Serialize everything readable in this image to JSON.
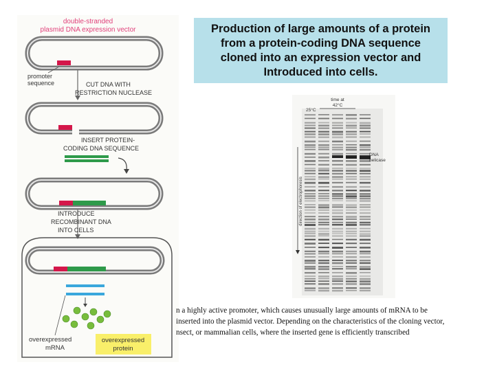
{
  "title": "Production of large amounts of a protein\nfrom a protein-coding DNA sequence\ncloned into an expression vector and\nIntroduced into cells.",
  "diagram": {
    "heading_line1": "double-stranded",
    "heading_line2": "plasmid DNA expression vector",
    "promoter_label_line1": "promoter",
    "promoter_label_line2": "sequence",
    "step1_line1": "CUT DNA WITH",
    "step1_line2": "RESTRICTION NUCLEASE",
    "step2_line1": "INSERT PROTEIN-",
    "step2_line2": "CODING DNA SEQUENCE",
    "step3_line1": "INTRODUCE",
    "step3_line2": "RECOMBINANT DNA",
    "step3_line3": "INTO CELLS",
    "mrna_label_line1": "overexpressed",
    "mrna_label_line2": "mRNA",
    "protein_label_line1": "overexpressed",
    "protein_label_line2": "protein",
    "colors": {
      "plasmid": "#7a7a7a",
      "promoter": "#d4174a",
      "coding": "#2e9a4a",
      "mrna": "#3aa7dc",
      "protein": "#78bd3c",
      "protein_label_bg": "#f9ef6a",
      "heading": "#e0407a"
    }
  },
  "gel": {
    "time_label_line1": "time at",
    "time_label_line2": "42°C",
    "temp_label": "25°C",
    "band_label_line1": "DNA",
    "band_label_line2": "helicase",
    "axis_label": "direction of electrophoresis"
  },
  "caption": [
    "n a highly active promoter, which causes unusually large amounts of mRNA to be",
    " inserted into the plasmid vector. Depending on the characteristics of the cloning vector,",
    "nsect, or mammalian cells, where the inserted gene is efficiently transcribed"
  ]
}
